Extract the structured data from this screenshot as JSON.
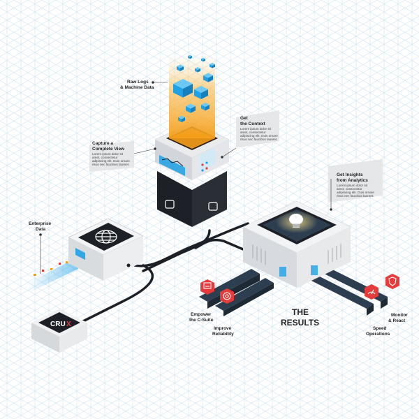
{
  "colors": {
    "grid": "#cfe3ef",
    "dark": "#1d2127",
    "navy": "#2c3e50",
    "cyan": "#1ea1e6",
    "orange": "#f59f1a",
    "red": "#e53b3b",
    "light": "#f0f1f2",
    "panel": "#e4e6e8"
  },
  "labels": {
    "raw_logs": [
      "Raw Logs",
      "& Machine Data"
    ],
    "get_context_title": [
      "Get",
      "the Context"
    ],
    "get_context_body": [
      "Lorem ipsum dolor sit",
      "amet, consectetur",
      "adipiscing elit. Duis ornare",
      "risus nec faucibus laoreet."
    ],
    "capture_title": [
      "Capture a",
      "Complete View"
    ],
    "capture_body": [
      "Lorem ipsum dolor sit",
      "amet, consectetur",
      "adipiscing elit. Duis ornare",
      "risus nec faucibus laoreet."
    ],
    "insights_title": [
      "Get Insights",
      "from Analytics"
    ],
    "insights_body": [
      "Lorem ipsum dolor sit",
      "amet, consectetur",
      "adipiscing elit. Duis ornare",
      "risus nec faucibus laoreet."
    ],
    "enterprise": [
      "Enterprise",
      "Data"
    ],
    "the_results": [
      "THE",
      "RESULTS"
    ],
    "empower": [
      "Empower",
      "the C-Suite"
    ],
    "improve": [
      "Improve",
      "Reliability"
    ],
    "speed": [
      "Speed",
      "Operations"
    ],
    "monitor": [
      "Monitor",
      "& React"
    ],
    "logo_cr": "CRU",
    "logo_x": "X"
  },
  "icons": {
    "globe": "globe-icon",
    "bulb": "lightbulb-icon",
    "empower": "dashboard-icon",
    "improve": "target-icon",
    "speed": "gauge-icon",
    "monitor": "shield-icon"
  }
}
